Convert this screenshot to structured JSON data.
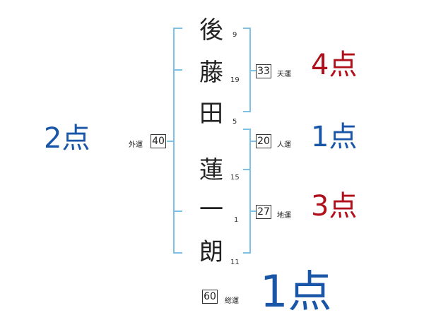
{
  "colors": {
    "bracket": "#7ec1e6",
    "blue": "#1a56a8",
    "red": "#b0101c"
  },
  "name_chars": [
    {
      "char": "後",
      "strokes": "9"
    },
    {
      "char": "藤",
      "strokes": "19"
    },
    {
      "char": "田",
      "strokes": "5"
    },
    {
      "char": "蓮",
      "strokes": "15"
    },
    {
      "char": "一",
      "strokes": "1"
    },
    {
      "char": "朗",
      "strokes": "11"
    }
  ],
  "fortunes": {
    "tenkaku": {
      "value": "33",
      "label": "天運",
      "score": "4点",
      "color": "red"
    },
    "jinkaku": {
      "value": "20",
      "label": "人運",
      "score": "1点",
      "color": "blue"
    },
    "chikaku": {
      "value": "27",
      "label": "地運",
      "score": "3点",
      "color": "red"
    },
    "gaikaku": {
      "value": "40",
      "label": "外運",
      "score": "2点",
      "color": "blue"
    },
    "soukaku": {
      "value": "60",
      "label": "総運",
      "score": "1点",
      "color": "blue"
    }
  }
}
